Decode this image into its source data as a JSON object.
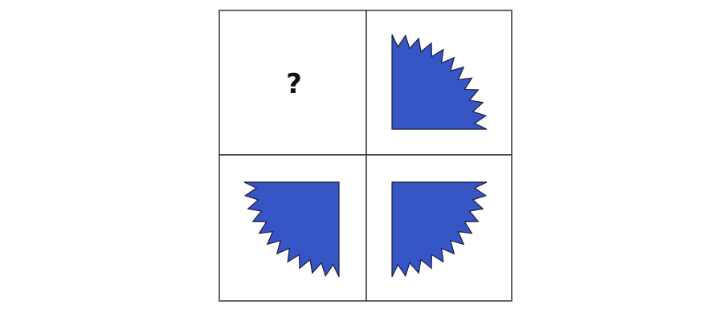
{
  "puzzle": {
    "question_mark": "?",
    "colors": {
      "shape_fill": "#3656c6",
      "shape_stroke": "#1b1b3a",
      "grid_line": "#333333",
      "text": "#111111"
    },
    "cells": [
      {
        "position": "top-left",
        "content": "question-mark"
      },
      {
        "position": "top-right",
        "content": "serrated-quarter-circle",
        "corner": "bottom-left"
      },
      {
        "position": "bottom-left",
        "content": "serrated-quarter-circle",
        "corner": "top-right"
      },
      {
        "position": "bottom-right",
        "content": "serrated-quarter-circle",
        "corner": "top-left"
      }
    ],
    "teeth_per_arc": 11
  }
}
